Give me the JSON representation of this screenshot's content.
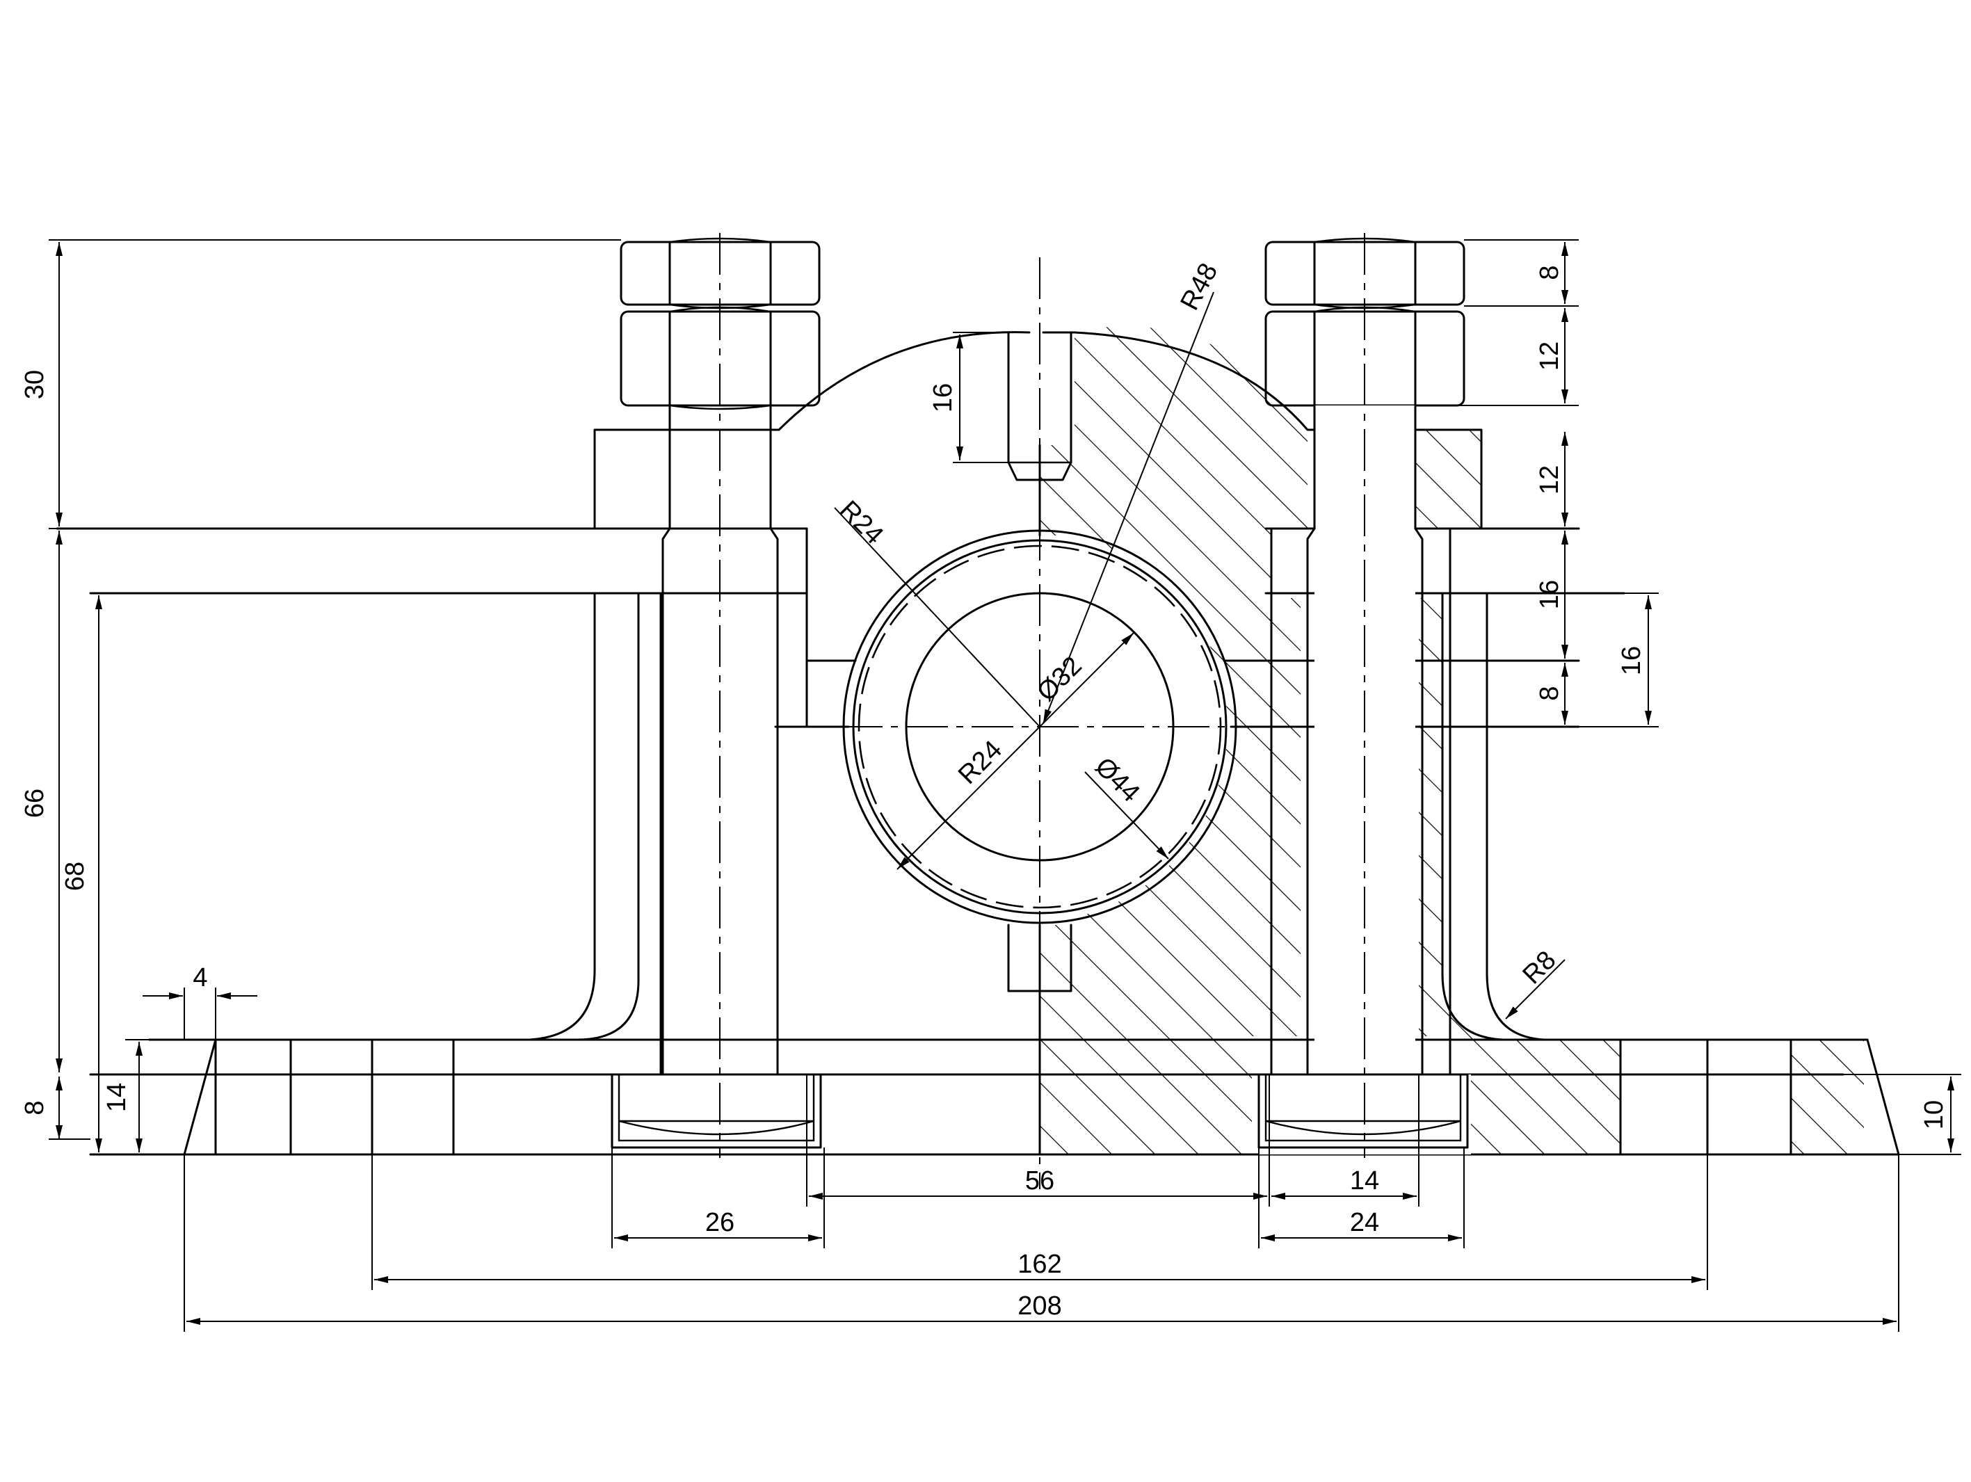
{
  "dimensions": {
    "overall_height": "30",
    "body_height": "66",
    "inner_height": "68",
    "base_thickness": "8",
    "foot_height": "14",
    "foot_chamfer": "4",
    "nut_thickness": "8",
    "nut_height": "12",
    "cap_height": "12",
    "upper_body": "16",
    "split_offset": "8",
    "half_bore_offset": "16",
    "hole_depth": "16",
    "flange_thickness": "10",
    "cap_radius": "R48",
    "bore_radius_left": "R24",
    "bore_radius_inner": "R24",
    "bore_diameter": "Ø32",
    "outer_diameter": "Ø44",
    "fillet_radius": "R8",
    "bolt_spacing": "56",
    "counterbore_left": "26",
    "bolt_diameter": "14",
    "counterbore_right": "24",
    "hole_spacing": "162",
    "overall_length": "208"
  },
  "colors": {
    "line": "#000000",
    "background": "#ffffff"
  }
}
